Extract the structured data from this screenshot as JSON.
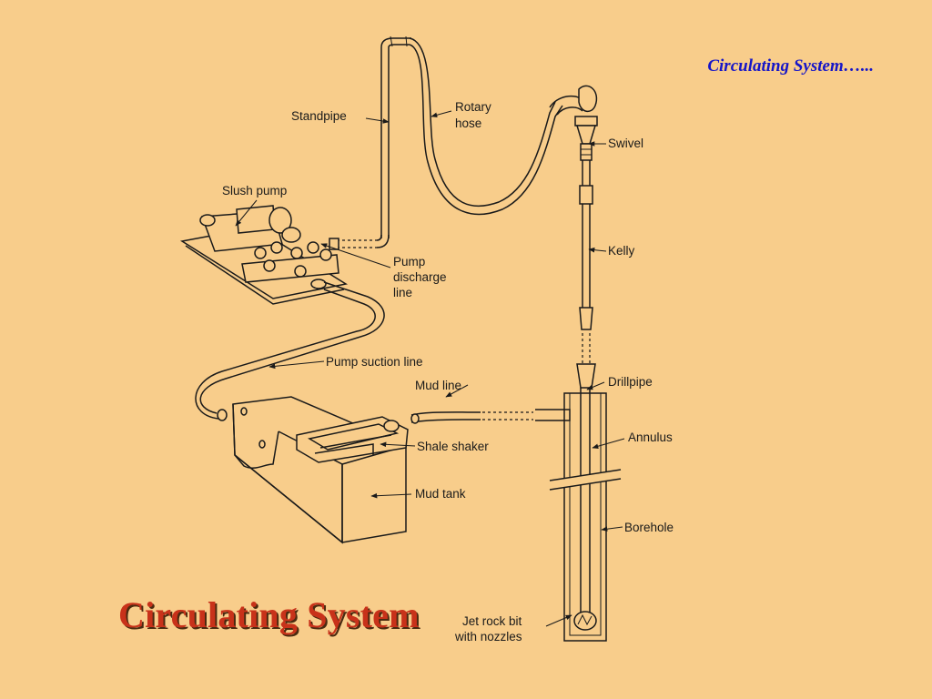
{
  "header": {
    "title": "Circulating System…..."
  },
  "slide": {
    "title": "Circulating System"
  },
  "diagram": {
    "labels": {
      "standpipe": "Standpipe",
      "rotary_hose_1": "Rotary",
      "rotary_hose_2": "hose",
      "swivel": "Swivel",
      "slush_pump": "Slush pump",
      "kelly": "Kelly",
      "pump_discharge_1": "Pump",
      "pump_discharge_2": "discharge",
      "pump_discharge_3": "line",
      "pump_suction": "Pump suction line",
      "mud_line": "Mud line",
      "drillpipe": "Drillpipe",
      "annulus": "Annulus",
      "shale_shaker": "Shale shaker",
      "mud_tank": "Mud tank",
      "borehole": "Borehole",
      "jet_bit_1": "Jet rock bit",
      "jet_bit_2": "with nozzles"
    }
  }
}
